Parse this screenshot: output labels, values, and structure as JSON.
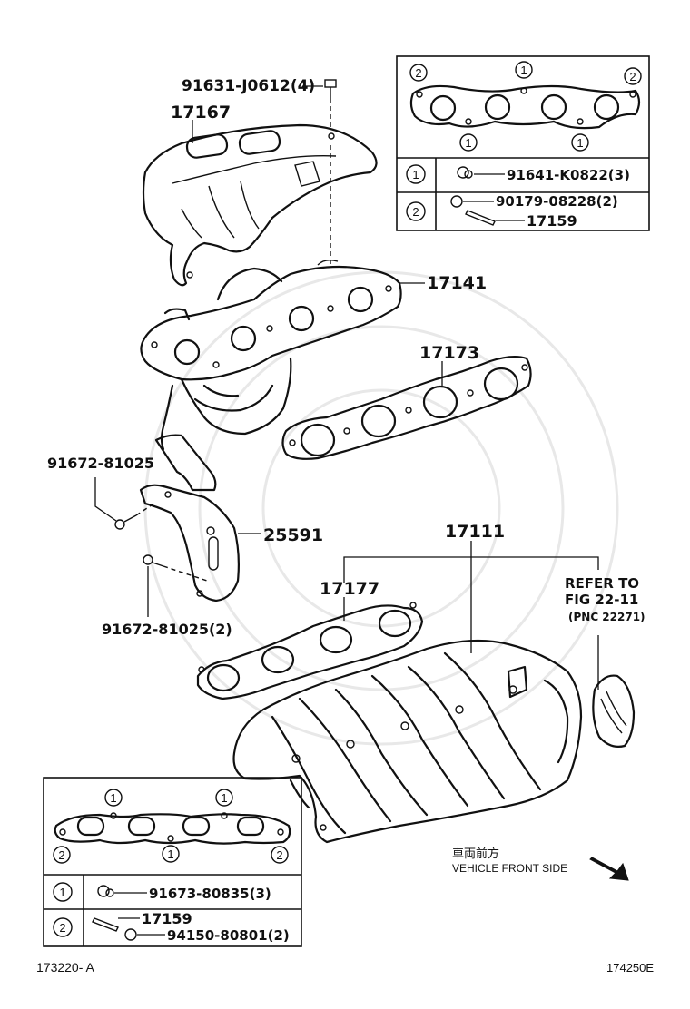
{
  "callouts": {
    "bolt_top": "91631-J0612(4)",
    "heat_insulator": "17167",
    "exhaust_manifold": "17141",
    "gasket_exhaust": "17173",
    "bolt_left": "91672-81025",
    "bracket": "25591",
    "bolt_left_2": "91672-81025(2)",
    "intake_manifold": "17111",
    "gasket_intake": "17177",
    "refer_line1": "REFER TO",
    "refer_line2": "FIG 22-11",
    "refer_line3": "(PNC 22271)"
  },
  "table_top": {
    "row1_marker": "1",
    "row1_part": "91641-K0822(3)",
    "row2_marker": "2",
    "row2_part_a": "90179-08228(2)",
    "row2_part_b": "17159"
  },
  "table_bottom": {
    "row1_marker": "1",
    "row1_part": "91673-80835(3)",
    "row2_marker": "2",
    "row2_part_a": "17159",
    "row2_part_b": "94150-80801(2)"
  },
  "direction": {
    "jp": "車両前方",
    "en": "VEHICLE FRONT SIDE"
  },
  "footer": {
    "left_code": "173220- A",
    "right_code": "174250E"
  },
  "markers": {
    "one": "1",
    "two": "2"
  }
}
